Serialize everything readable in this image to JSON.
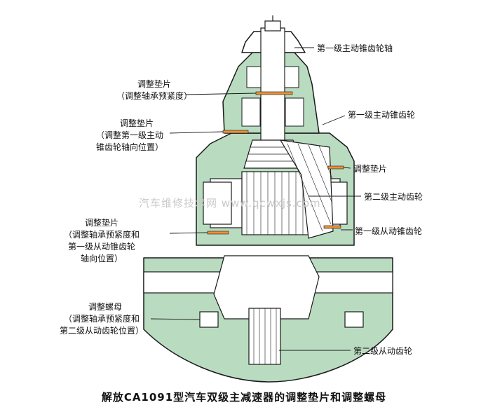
{
  "caption": "解放CA1091型汽车双级主减速器的调整垫片和调整螺母",
  "watermark": "汽车维修技术网 www.qcwxjs.com",
  "colors": {
    "housing": "#b9dcc0",
    "line": "#1a1a1a",
    "shim": "#e8913a"
  },
  "labels": {
    "l1": "第一级主动锥齿轮轴",
    "l2": "第一级主动锥齿轮",
    "l3": "调整垫片",
    "l4": "第二级主动齿轮",
    "l5": "第一级从动锥齿轮",
    "l6": "第二级从动齿轮",
    "left1": {
      "line1": "调整垫片",
      "line2": "（调整轴承预紧度）"
    },
    "left2": {
      "line1": "调整垫片",
      "line2": "（调整第一级主动",
      "line3": "锥齿轮轴向位置）"
    },
    "left3": {
      "line1": "调整垫片",
      "line2": "（调整轴承预紧度和",
      "line3": "第一级从动锥齿轮",
      "line4": "轴向位置）"
    },
    "left4": {
      "line1": "调整螺母",
      "line2": "（调整轴承预紧度和",
      "line3": "第二级从动齿轮位置）"
    }
  }
}
